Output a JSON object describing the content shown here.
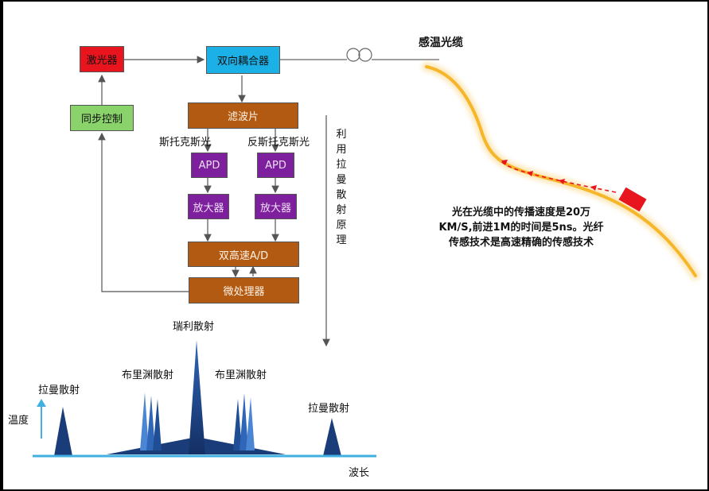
{
  "boxes": {
    "laser": "激光器",
    "coupler": "双向耦合器",
    "sync": "同步控制",
    "filter": "滤波片",
    "apd_left": "APD",
    "apd_right": "APD",
    "amp_left": "放大器",
    "amp_right": "放大器",
    "adc": "双高速A/D",
    "mcu": "微处理器"
  },
  "labels": {
    "stokes": "斯托克斯光",
    "anti_stokes": "反斯托克斯光",
    "principle": [
      "利",
      "用",
      "拉",
      "曼",
      "散",
      "射",
      "原",
      "理"
    ],
    "sensing_cable": "感温光缆",
    "note": [
      "光在光缆中的传播速度是20万",
      "KM/S,前进1M的时间是5ns。光纤",
      "传感技术是高速精确的传感技术"
    ]
  },
  "spectrum": {
    "rayleigh": "瑞利散射",
    "brillouin_left": "布里渊散射",
    "brillouin_right": "布里渊散射",
    "raman_left": "拉曼散射",
    "raman_right": "拉曼散射",
    "y_axis": "温度",
    "x_axis": "波长"
  },
  "colors": {
    "laser": "#e8141e",
    "coupler": "#1bb0e6",
    "sync": "#8ad36b",
    "brown": "#b35a12",
    "purple": "#7e1f9e",
    "cable": "#f6b62a",
    "marker": "#e8141e",
    "peak": "#1a3d7a",
    "baseline": "#3fb0e0"
  }
}
